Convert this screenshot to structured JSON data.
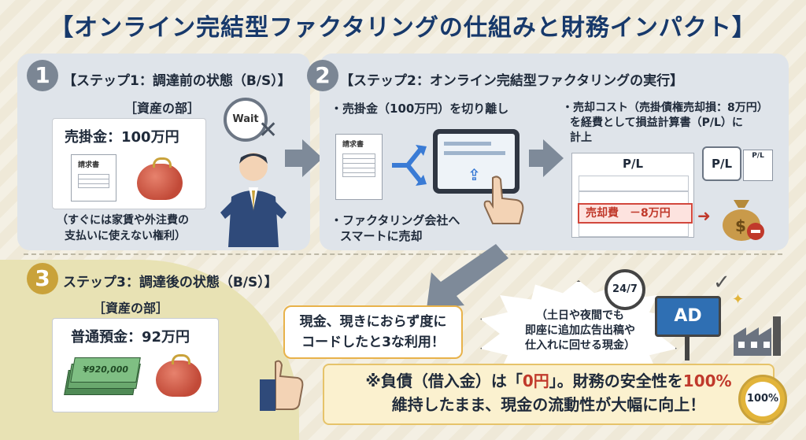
{
  "title": "【オンライン完結型ファクタリングの仕組みと財務インパクト】",
  "step1": {
    "number": "1",
    "title": "【ステップ1：調達前の状態（B/S）】",
    "section_label": "［資産の部］",
    "item": "売掛金：100万円",
    "invoice_label": "請求書",
    "wait_label": "Wait",
    "note_line1": "（すぐには家賃や外注費の",
    "note_line2": "支払いに使えない権利）"
  },
  "step2": {
    "number": "2",
    "title": "【ステップ2：オンライン完結型ファクタリングの実行】",
    "bullet1": "・売掛金（100万円）を切り離し",
    "invoice_label": "請求書",
    "bullet2_line1": "・ファクタリング会社へ",
    "bullet2_line2": "スマートに売却",
    "cost_line1": "・売却コスト（売掛債権売却損：8万円）",
    "cost_line2": "を経費として損益計算書（P/L）に",
    "cost_line3": "計上",
    "pl_header": "P/L",
    "pl_badge": "P/L",
    "pl_small": "P/L",
    "loss_label": "売却費　－8万円"
  },
  "step3": {
    "number": "3",
    "title": "ステップ3：調達後の状態（B/S）】",
    "section_label": "［資産の部］",
    "item": "普通預金：92万円",
    "cash_label": "¥920,000",
    "bubble_line1": "現金、現きにおらず度に",
    "bubble_line2": "コードしたと3な利用！",
    "burst_line1": "（土日や夜間でも",
    "burst_line2": "即座に追加広告出稿や",
    "burst_line3": "仕入れに回せる現金）",
    "clock_label": "24/7",
    "ad_label": "AD",
    "banner_line1_a": "※負債（借入金）は「",
    "banner_line1_b": "0円",
    "banner_line1_c": "」。財務の安全性を",
    "banner_line1_d": "100%",
    "banner_line2": "維持したまま、現金の流動性が大幅に向上！",
    "medal_label": "100%"
  },
  "colors": {
    "title": "#17396b",
    "accent_red": "#c0392b",
    "panel": "#dfe4ea",
    "highlight": "#fbf1cf"
  }
}
